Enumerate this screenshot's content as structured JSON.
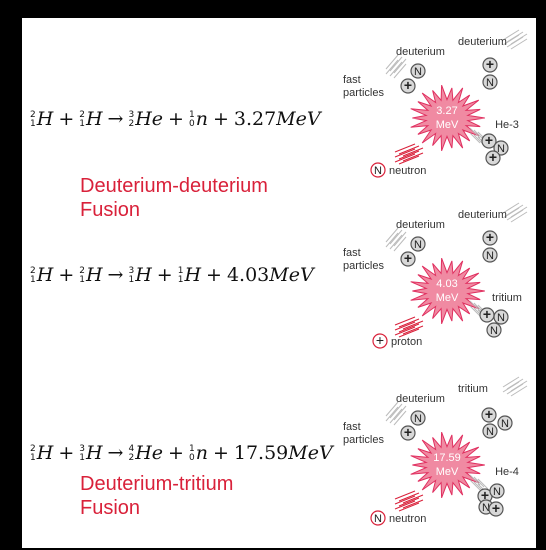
{
  "reactions": [
    {
      "equation": {
        "terms": [
          {
            "mass": "2",
            "charge": "1",
            "symbol": "H"
          },
          {
            "mass": "2",
            "charge": "1",
            "symbol": "H"
          },
          {
            "mass": "3",
            "charge": "2",
            "symbol": "He"
          },
          {
            "mass": "1",
            "charge": "0",
            "symbol": "n"
          }
        ],
        "energy": "3.27",
        "unit": "MeV"
      },
      "title": [
        "Deuterium-deuterium",
        "Fusion"
      ],
      "diagram": {
        "left_label": "deuterium",
        "right_label": "deuterium",
        "fast_particles": [
          "fast",
          "particles"
        ],
        "energy": [
          "3.27",
          "MeV"
        ],
        "product_label": "He-3",
        "emitted_symbol": "N",
        "emitted_label": "neutron"
      }
    },
    {
      "equation": {
        "terms": [
          {
            "mass": "2",
            "charge": "1",
            "symbol": "H"
          },
          {
            "mass": "2",
            "charge": "1",
            "symbol": "H"
          },
          {
            "mass": "3",
            "charge": "1",
            "symbol": "H"
          },
          {
            "mass": "1",
            "charge": "1",
            "symbol": "H"
          }
        ],
        "energy": "4.03",
        "unit": "MeV"
      },
      "diagram": {
        "left_label": "deuterium",
        "right_label": "deuterium",
        "fast_particles": [
          "fast",
          "particles"
        ],
        "energy": [
          "4.03",
          "MeV"
        ],
        "product_label": "tritium",
        "emitted_symbol": "+",
        "emitted_label": "proton"
      }
    },
    {
      "equation": {
        "terms": [
          {
            "mass": "2",
            "charge": "1",
            "symbol": "H"
          },
          {
            "mass": "3",
            "charge": "1",
            "symbol": "H"
          },
          {
            "mass": "4",
            "charge": "2",
            "symbol": "He"
          },
          {
            "mass": "1",
            "charge": "0",
            "symbol": "n"
          }
        ],
        "energy": "17.59",
        "unit": "MeV"
      },
      "title": [
        "Deuterium-tritium",
        "Fusion"
      ],
      "diagram": {
        "left_label": "deuterium",
        "right_label": "tritium",
        "fast_particles": [
          "fast",
          "particles"
        ],
        "energy": [
          "17.59",
          "MeV"
        ],
        "product_label": "He-4",
        "emitted_symbol": "N",
        "emitted_label": "neutron"
      }
    }
  ],
  "colors": {
    "title": "#d9213a",
    "burst_fill": "#f08aa2",
    "burst_stroke": "#e03060",
    "nucleon_fill": "#d8d8d8",
    "nucleon_stroke": "#555555",
    "emitted_stroke": "#d9213a"
  }
}
